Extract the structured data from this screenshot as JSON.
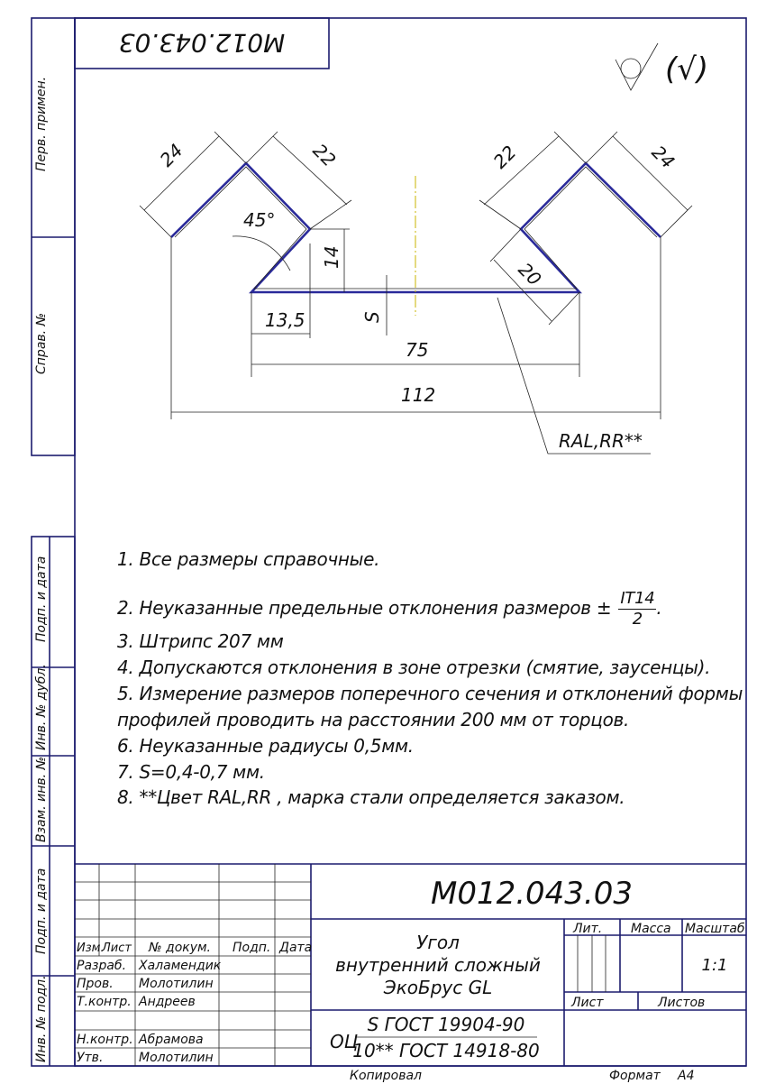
{
  "designation": "М012.043.03",
  "designation_rotated": "М012.043.03",
  "roughness_symbol": "(√)",
  "side_labels": {
    "perv_primen": "Перв. примен.",
    "sprav_no": "Справ. №",
    "podp_data_1": "Подп. и дата",
    "inv_dubl": "Инв. № дубл.",
    "vzam_inv": "Взам. инв. №",
    "podp_data_2": "Подп. и дата",
    "inv_podl": "Инв. № подл."
  },
  "dimensions": {
    "d24_left": "24",
    "d22_left": "22",
    "d22_right": "22",
    "d24_right": "24",
    "angle": "45°",
    "d14": "14",
    "d20": "20",
    "d13_5": "13,5",
    "s": "S",
    "d75": "75",
    "d112": "112",
    "ral_leader": "RAL,RR**"
  },
  "notes": {
    "n1": "1. Все размеры справочные.",
    "n2": "2. Неуказанные предельные отклонения размеров ±",
    "n2_num": "IT14",
    "n2_den": "2",
    "n2_end": ".",
    "n3": "3. Штрипс 207 мм",
    "n4": "4. Допускаются отклонения в зоне отрезки (смятие, заусенцы).",
    "n5a": "5. Измерение размеров поперечного сечения и отклонений формы",
    "n5b": "профилей проводить на расстоянии 200 мм от торцов.",
    "n6": "6. Неуказанные радиусы 0,5мм.",
    "n7": "7. S=0,4-0,7 мм.",
    "n8": "8. **Цвет RAL,RR , марка стали определяется заказом."
  },
  "title_block": {
    "designation": "М012.043.03",
    "headers": {
      "izm": "Изм.",
      "list": "Лист",
      "doc_no": "№ докум.",
      "podp": "Подп.",
      "data": "Дата"
    },
    "roles": [
      {
        "role": "Разраб.",
        "name": "Халамендик"
      },
      {
        "role": "Пров.",
        "name": "Молотилин"
      },
      {
        "role": "Т.контр.",
        "name": "Андреев"
      },
      {
        "role": "Н.контр.",
        "name": "Абрамова"
      },
      {
        "role": "Утв.",
        "name": "Молотилин"
      }
    ],
    "name_line1": "Угол",
    "name_line2": "внутренний сложный",
    "name_line3": "ЭкоБрус GL",
    "material_prefix": "ОЦ",
    "material_top": "S ГОСТ 19904-90",
    "material_bottom": "10** ГОСТ 14918-80",
    "lit_label": "Лит.",
    "mass_label": "Масса",
    "scale_label": "Масштаб",
    "scale_value": "1:1",
    "sheet_label": "Лист",
    "sheets_label": "Листов",
    "copied": "Копировал",
    "format_label": "Формат",
    "format_value": "А4"
  }
}
